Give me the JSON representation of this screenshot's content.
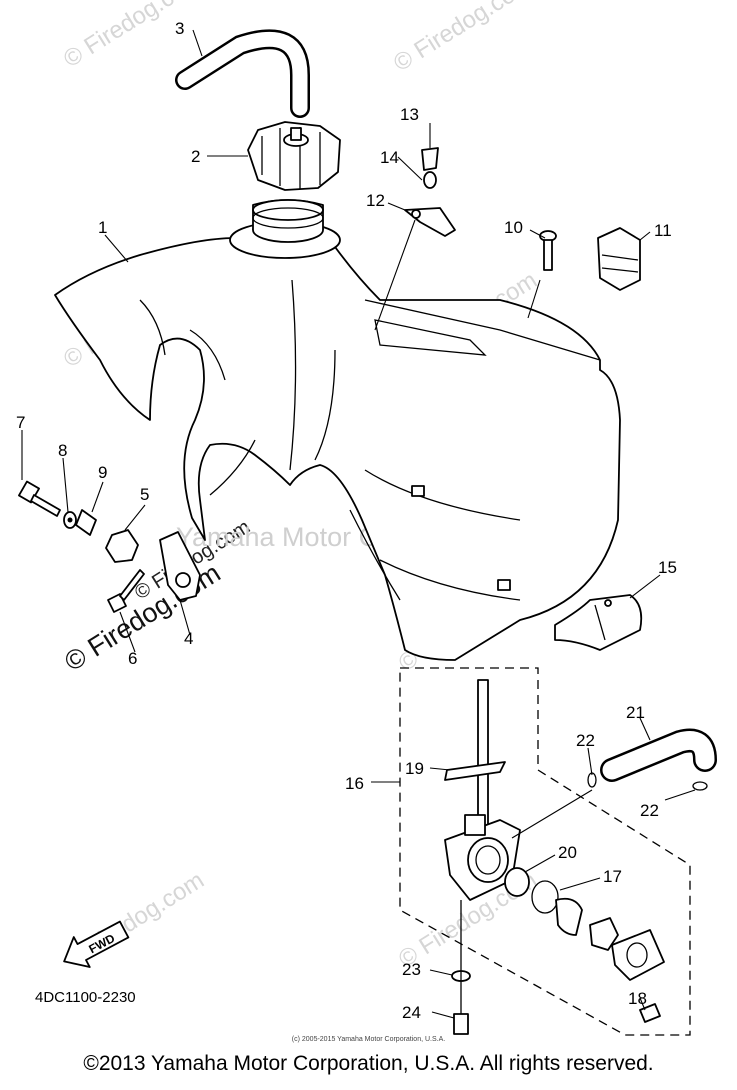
{
  "diagram": {
    "code": "4DC1100-2230",
    "fwd_label": "FWD",
    "callouts": [
      "1",
      "2",
      "3",
      "4",
      "5",
      "6",
      "7",
      "8",
      "9",
      "10",
      "11",
      "12",
      "13",
      "14",
      "15",
      "16",
      "17",
      "18",
      "19",
      "20",
      "21",
      "22",
      "22",
      "23",
      "24"
    ],
    "watermarks": [
      "© Firedog.com",
      "© Firedog.com",
      "© Firedog.com",
      "© Firedog.com",
      "© Firedog.com",
      "© Firedog.com",
      "© Firedog.com",
      "© Firedog.com",
      "© Firedog.com",
      "Yamaha Motor Corp, U.S.A."
    ]
  },
  "copyright_small": "(c) 2005-2015 Yamaha Motor Corporation, U.S.A.",
  "copyright_footer": "©2013 Yamaha Motor Corporation, U.S.A. All rights reserved."
}
